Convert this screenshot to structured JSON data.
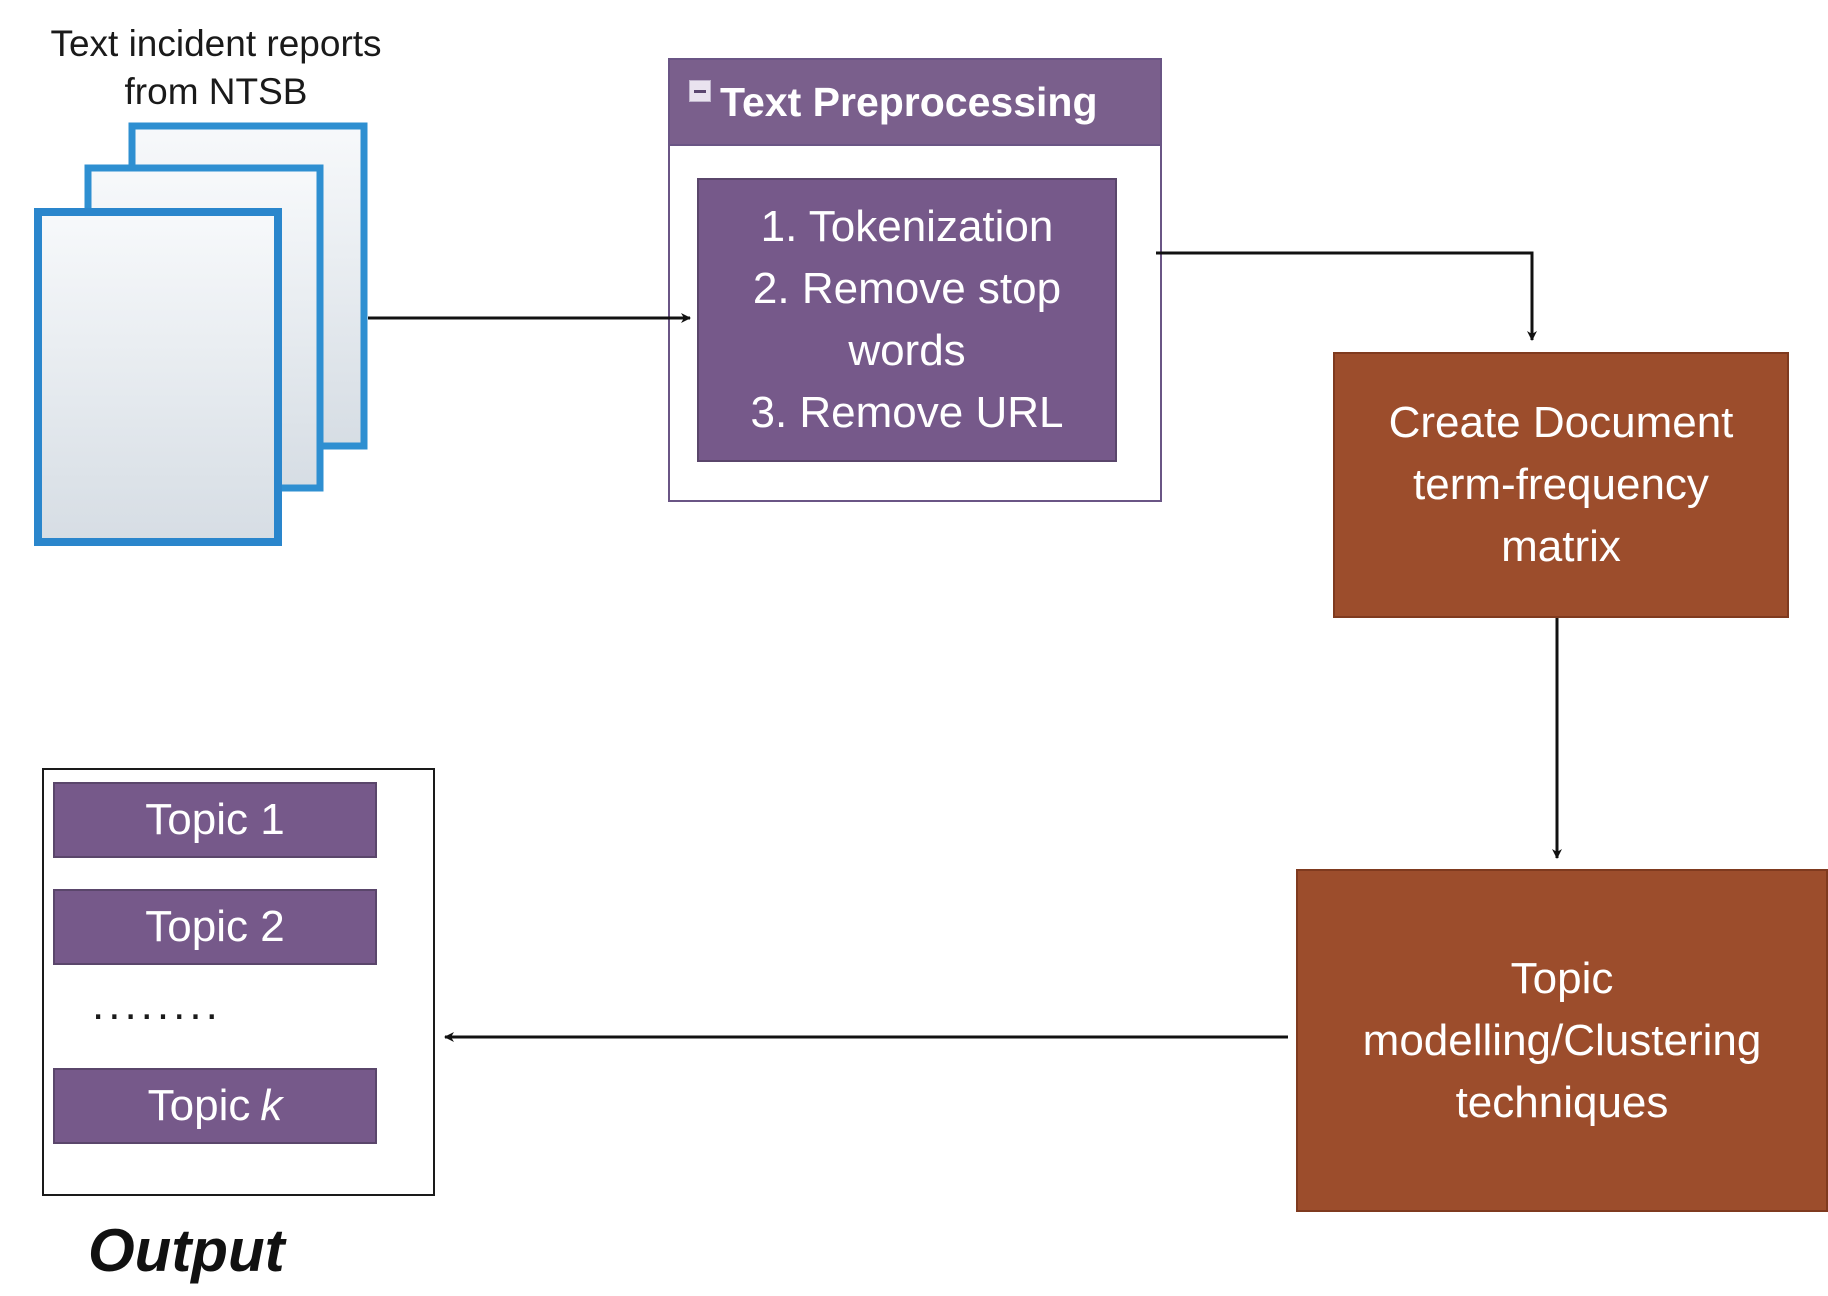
{
  "source": {
    "label_line1": "Text incident reports",
    "label_line2": "from NTSB",
    "icon": "document-stack-icon"
  },
  "preprocessing": {
    "title": "Text Preprocessing",
    "collapse_icon": "collapse-icon",
    "steps": [
      "1. Tokenization",
      "2. Remove stop",
      "words",
      "3. Remove URL"
    ]
  },
  "matrix": {
    "lines": [
      "Create Document",
      "term-frequency",
      "matrix"
    ]
  },
  "modelling": {
    "lines": [
      "Topic",
      "modelling/Clustering",
      "techniques"
    ]
  },
  "output": {
    "label": "Output",
    "topics": [
      "Topic 1",
      "Topic 2"
    ],
    "ellipsis": "........",
    "last_topic_prefix": "Topic",
    "last_topic_var": "k"
  },
  "colors": {
    "purple": "#76598a",
    "brown": "#9c4d2c",
    "doc_blue": "#2e8fd1"
  }
}
